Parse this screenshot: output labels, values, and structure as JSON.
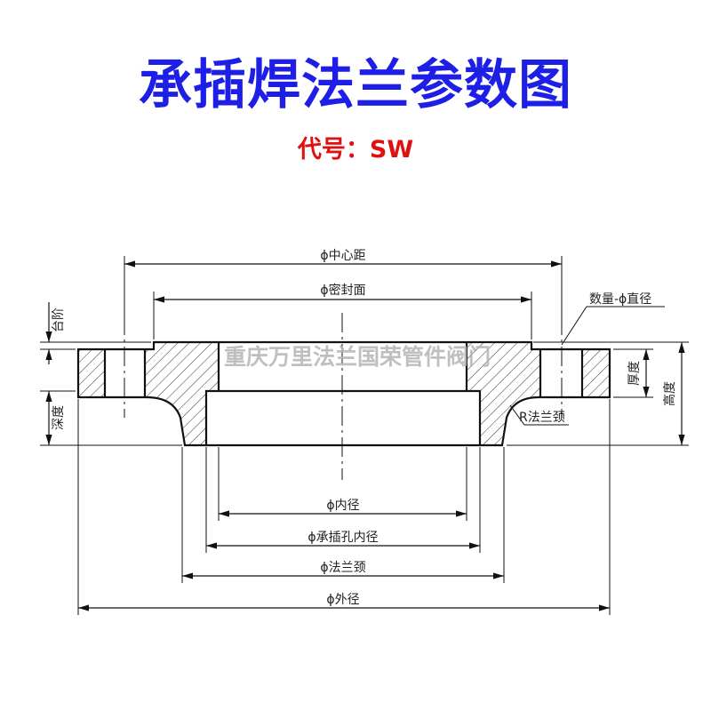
{
  "title": "承插焊法兰参数图",
  "subtitle": "代号：SW",
  "watermark": "重庆万里法兰国荣管件阀门",
  "dimensions": {
    "bolt_circle": "ϕ中心距",
    "sealing_face": "ϕ密封面",
    "bolt_holes": "数量-ϕ直径",
    "step": "台阶",
    "depth": "深度",
    "thickness": "厚度",
    "height": "高度",
    "neck_radius": "R法兰颈",
    "inner_diameter": "ϕ内径",
    "socket_bore": "ϕ承插孔内径",
    "neck_diameter": "ϕ法兰颈",
    "outer_diameter": "ϕ外径"
  }
}
